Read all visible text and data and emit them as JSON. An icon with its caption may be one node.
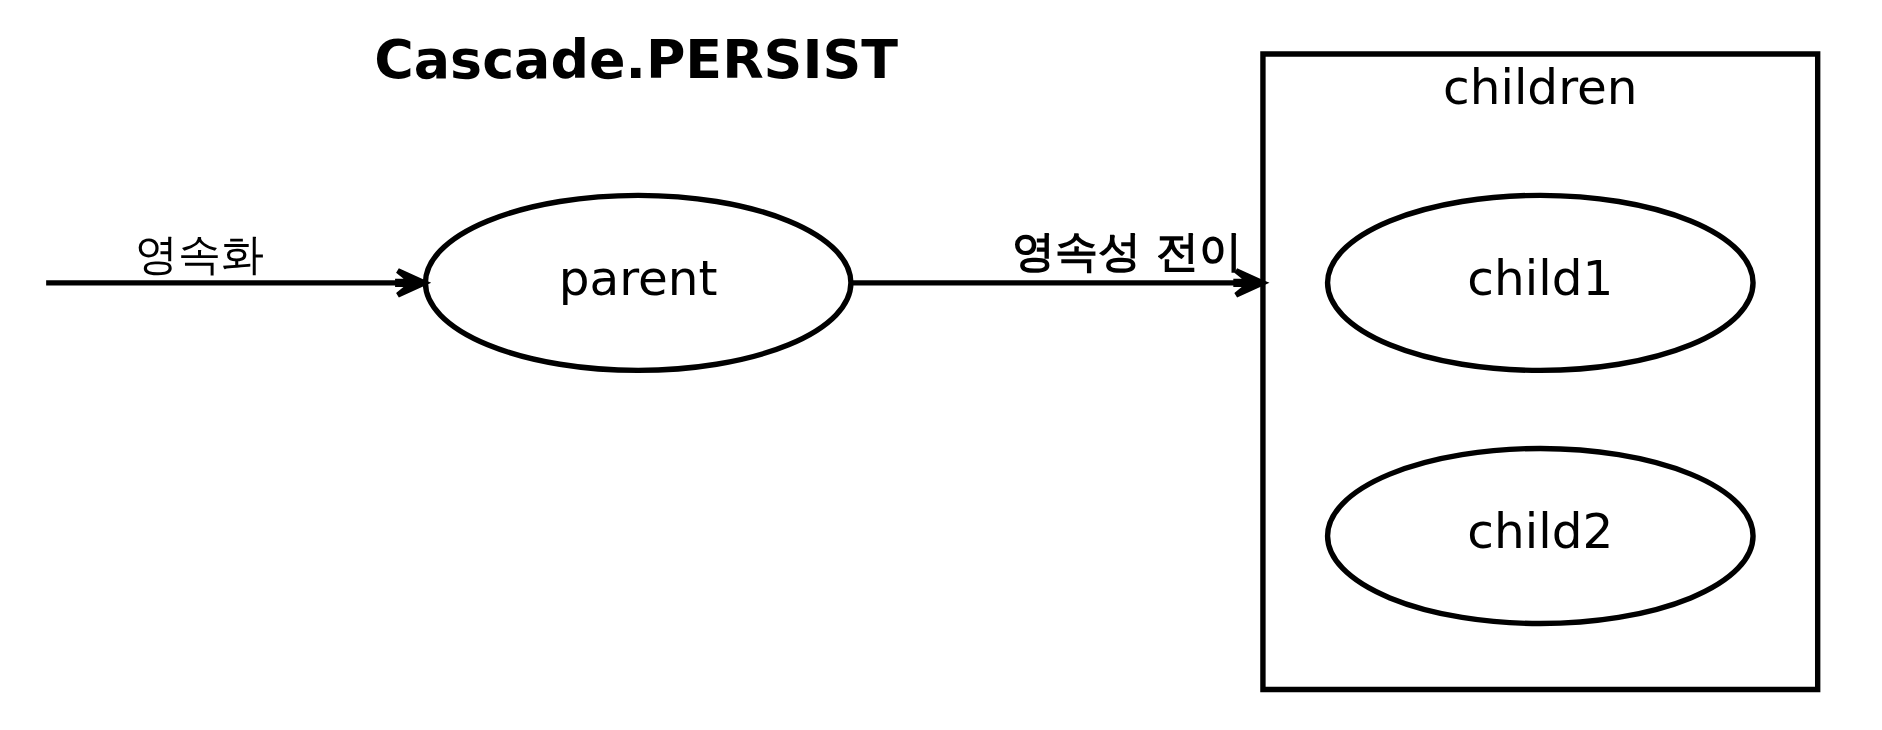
{
  "diagram": {
    "nodes": [
      {
        "text": [
          "parent"
        ]
      },
      {
        "text": [
          "children"
        ]
      },
      {
        "text": [
          "child1"
        ],
        "in": 1
      },
      {
        "text": [
          "child2"
        ],
        "in": 1
      }
    ],
    "edges": [
      {
        "from": null,
        "to": 0,
        "arrow": "to",
        "label": "영속화"
      },
      {
        "from": 0,
        "to": 1,
        "arrow": "to",
        "label": "영속성 전이"
      }
    ],
    "labels": [
      "Cascade.PERSIST"
    ]
  }
}
